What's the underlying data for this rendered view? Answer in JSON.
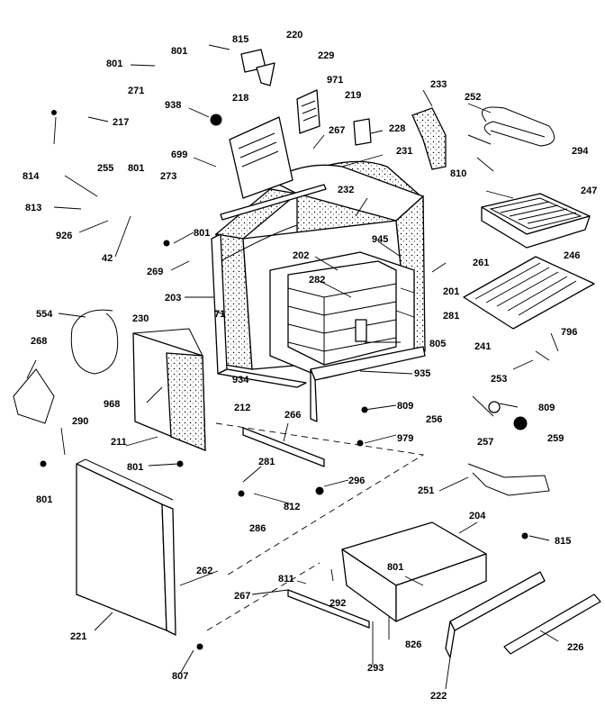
{
  "callouts": [
    "815",
    "220",
    "801",
    "229",
    "271",
    "971",
    "219",
    "218",
    "938",
    "217",
    "801",
    "233",
    "252",
    "267",
    "228",
    "231",
    "294",
    "699",
    "810",
    "814",
    "255",
    "801",
    "273",
    "247",
    "813",
    "926",
    "232",
    "42",
    "801",
    "945",
    "261",
    "269",
    "202",
    "246",
    "282",
    "201",
    "203",
    "281",
    "71",
    "554",
    "230",
    "805",
    "241",
    "796",
    "268",
    "253",
    "934",
    "935",
    "968",
    "809",
    "809",
    "212",
    "256",
    "266",
    "259",
    "211",
    "257",
    "290",
    "979",
    "801",
    "281",
    "296",
    "801",
    "812",
    "251",
    "204",
    "286",
    "815",
    "262",
    "811",
    "801",
    "267",
    "292",
    "826",
    "221",
    "226",
    "293",
    "807",
    "222"
  ]
}
